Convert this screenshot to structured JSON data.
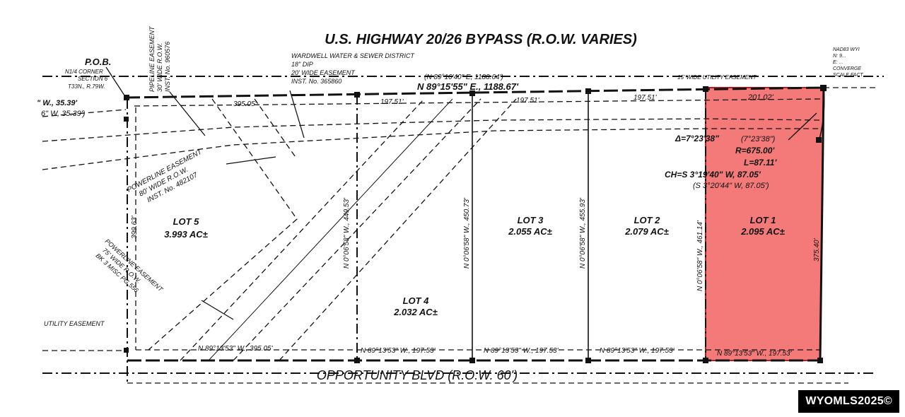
{
  "highway_title": "U.S. HIGHWAY 20/26 BYPASS (R.O.W. VARIES)",
  "bottom_road": "OPPORTUNITY BLVD (R.O.W. 60')",
  "pob": {
    "label": "P.O.B.",
    "line1": "N1/4 CORNER",
    "line2": "SECTION 6",
    "line3": "T33N., R.79W."
  },
  "left_bearing_1": "\" W., 35.39'",
  "left_bearing_2": "6\" W, 35.39')",
  "pipeline": {
    "line1": "PIPELINE EASEMENT",
    "line2": "30' WIDE R.O.W.",
    "line3": "INST. No. 960576"
  },
  "water": {
    "line1": "WARDWELL WATER & SEWER DISTRICT",
    "line2": "18\" DIP",
    "line3": "20' WIDE EASEMENT",
    "line4": "INST. No. 365860"
  },
  "top_bearing_record": "(N 89°16'40\" E, 1188.64')",
  "top_bearing": "N 89°15'55\" E., 1188.67'",
  "utility_easement_top": "15' WIDE UTILITY EASEMENT",
  "nad": {
    "line1": "NAD83 WYI",
    "line2": "N: 9... ",
    "line3": "E: ...",
    "line4": "CONVERGE",
    "line5": "SCALE FACT"
  },
  "dims_top": {
    "lot5": "395.05'",
    "lot4": "197.51'",
    "lot3": "197.51'",
    "lot2": "197.51'",
    "lot1": "201.02'"
  },
  "curve": {
    "delta": "Δ=7°23'38\"",
    "delta_rec": "(7°23'38\")",
    "radius": "R=675.00'",
    "length": "L=87.11'",
    "chord": "CH=S 3°19'40\" W, 87.05'",
    "chord_rec": "(S 3°20'44\" W, 87.05')"
  },
  "powerline1": {
    "line1": "POWERLINE EASEMENT",
    "line2": "80' WIDE R.O.W.",
    "line3": "INST. No. 482107"
  },
  "powerline2": {
    "line1": "POWERLINE EASEMENT",
    "line2": "75' WIDE R.O.W.",
    "line3": "BK 3 MISC PG 556"
  },
  "util_easement_left": "UTILITY EASEMENT",
  "vertical_dims": {
    "west": "399.63'",
    "d1": "N 0°06'58\" W., 449.53'",
    "d2": "N 0°06'58\" W., 450.73'",
    "d3": "N 0°06'58\" W., 455.93'",
    "d4": "N 0°06'58\" W., 461.14'",
    "east": "375.40'"
  },
  "bottom_dims": {
    "lot5": "N 89°13'53\" W., 395.05'",
    "lot4": "N 89°13'53\" W., 197.53'",
    "lot3": "N 89°13'53\" W., 197.53'",
    "lot2": "N 89°13'53\" W., 197.53'",
    "lot1": "N 89°13'53\" W., 197.53'"
  },
  "lots": [
    {
      "name": "LOT 5",
      "area": "3.993 AC±"
    },
    {
      "name": "LOT 4",
      "area": "2.032 AC±"
    },
    {
      "name": "LOT 3",
      "area": "2.055 AC±"
    },
    {
      "name": "LOT 2",
      "area": "2.079 AC±"
    },
    {
      "name": "LOT 1",
      "area": "2.095 AC±"
    }
  ],
  "highlight_color": "#f47a7a",
  "watermark": "WYOMLS2025©"
}
